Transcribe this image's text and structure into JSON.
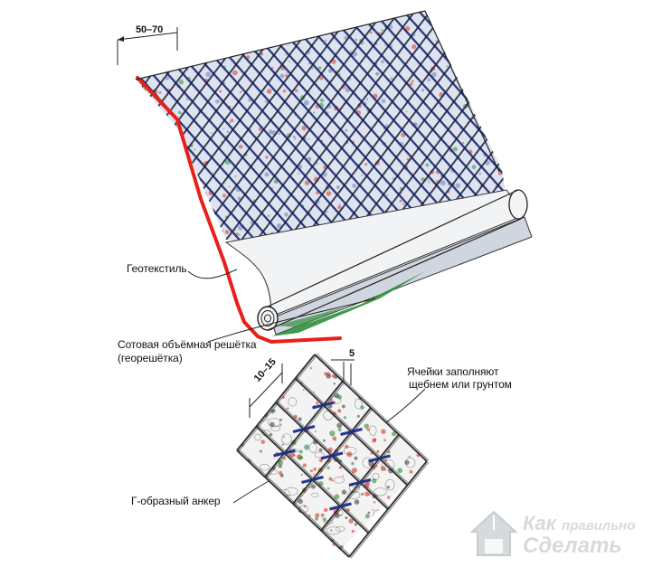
{
  "labels": {
    "dimension_top": "50–70",
    "geotextile": "Геотекстиль",
    "geogrid_line1": "Сотовая объёмная решётка",
    "geogrid_line2": "(георешётка)",
    "cells_line1": "Ячейки заполняют",
    "cells_line2": "щебнем или грунтом",
    "anchor": "Г-образный анкер",
    "dim_cell": "10–15",
    "dim_small": "5"
  },
  "watermark": {
    "line1": "Как",
    "line1_small": "правильно",
    "line2": "Сделать"
  },
  "colors": {
    "soil_edge": "#e8201a",
    "grid_blue": "#1c2d8a",
    "grid_dark": "#1a1a1a",
    "grass_green": "#2f8f3a",
    "fill_red": "#d43a2a",
    "watermark": "#d7dadd"
  }
}
